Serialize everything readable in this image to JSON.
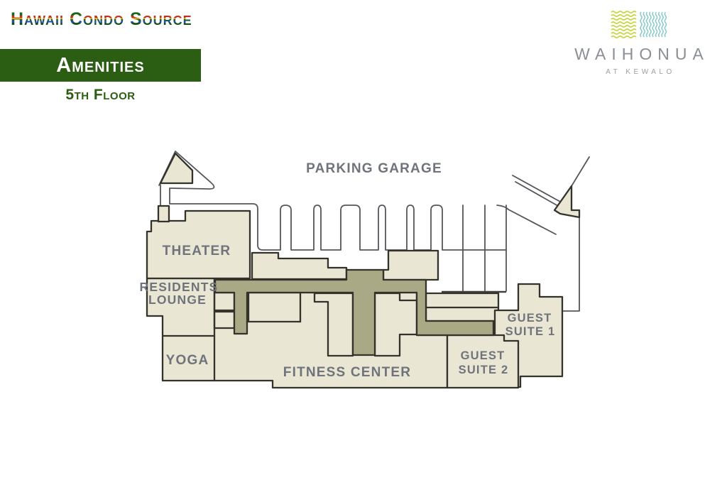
{
  "header": {
    "site_title": "Hawaii Condo Source",
    "section_label": "Amenities",
    "floor_label": "5th Floor"
  },
  "brand": {
    "name": "WAIHONUA",
    "tagline": "AT KEWALO",
    "wave_yellow": "#c4d73a",
    "wave_teal": "#8ac9cb",
    "text_gray": "#8b8e94"
  },
  "theme": {
    "green": "#2b5d12",
    "bar_text": "#ffffff"
  },
  "floor_plan": {
    "labels": {
      "parking": "PARKING GARAGE",
      "theater": "THEATER",
      "residents_line1": "RESIDENTS",
      "residents_line2": "LOUNGE",
      "yoga": "YOGA",
      "fitness": "FITNESS CENTER",
      "guest1_line1": "GUEST",
      "guest1_line2": "SUITE 1",
      "guest2_line1": "GUEST",
      "guest2_line2": "SUITE 2"
    },
    "colors": {
      "room_fill": "#e9e6d4",
      "corridor_fill": "#a9aa85",
      "wall": "#33322b",
      "garage_line": "#55565a",
      "garage_thick": "#3f403e",
      "label_text": "#6f737b"
    }
  }
}
